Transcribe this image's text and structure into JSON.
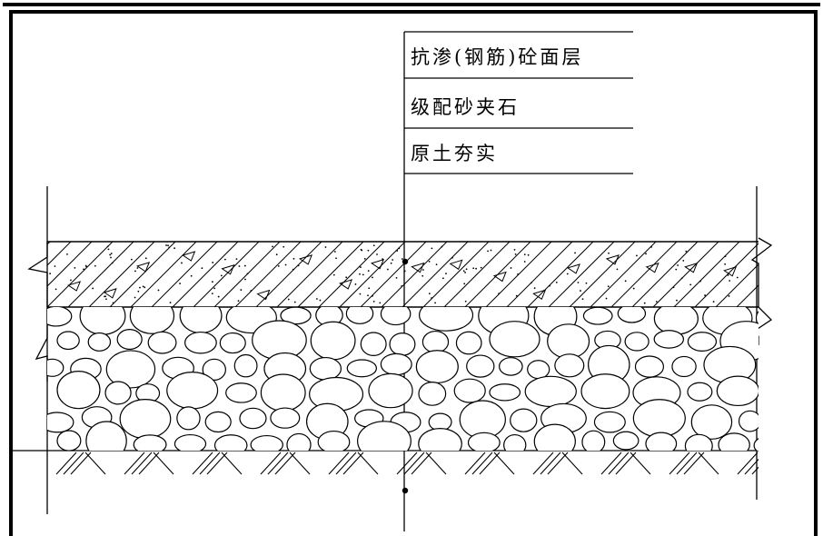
{
  "labels": [
    {
      "text": "抗渗(钢筋)砼面层"
    },
    {
      "text": "级配砂夹石"
    },
    {
      "text": "原土夯实"
    }
  ],
  "layers": [
    {
      "name": "concrete-surface",
      "pattern": "diagonal-hatch-with-aggregate"
    },
    {
      "name": "graded-sand-gravel",
      "pattern": "pebbles"
    },
    {
      "name": "compacted-soil",
      "pattern": "earth-hatch"
    }
  ],
  "colors": {
    "line": "#000000",
    "background": "#ffffff"
  }
}
